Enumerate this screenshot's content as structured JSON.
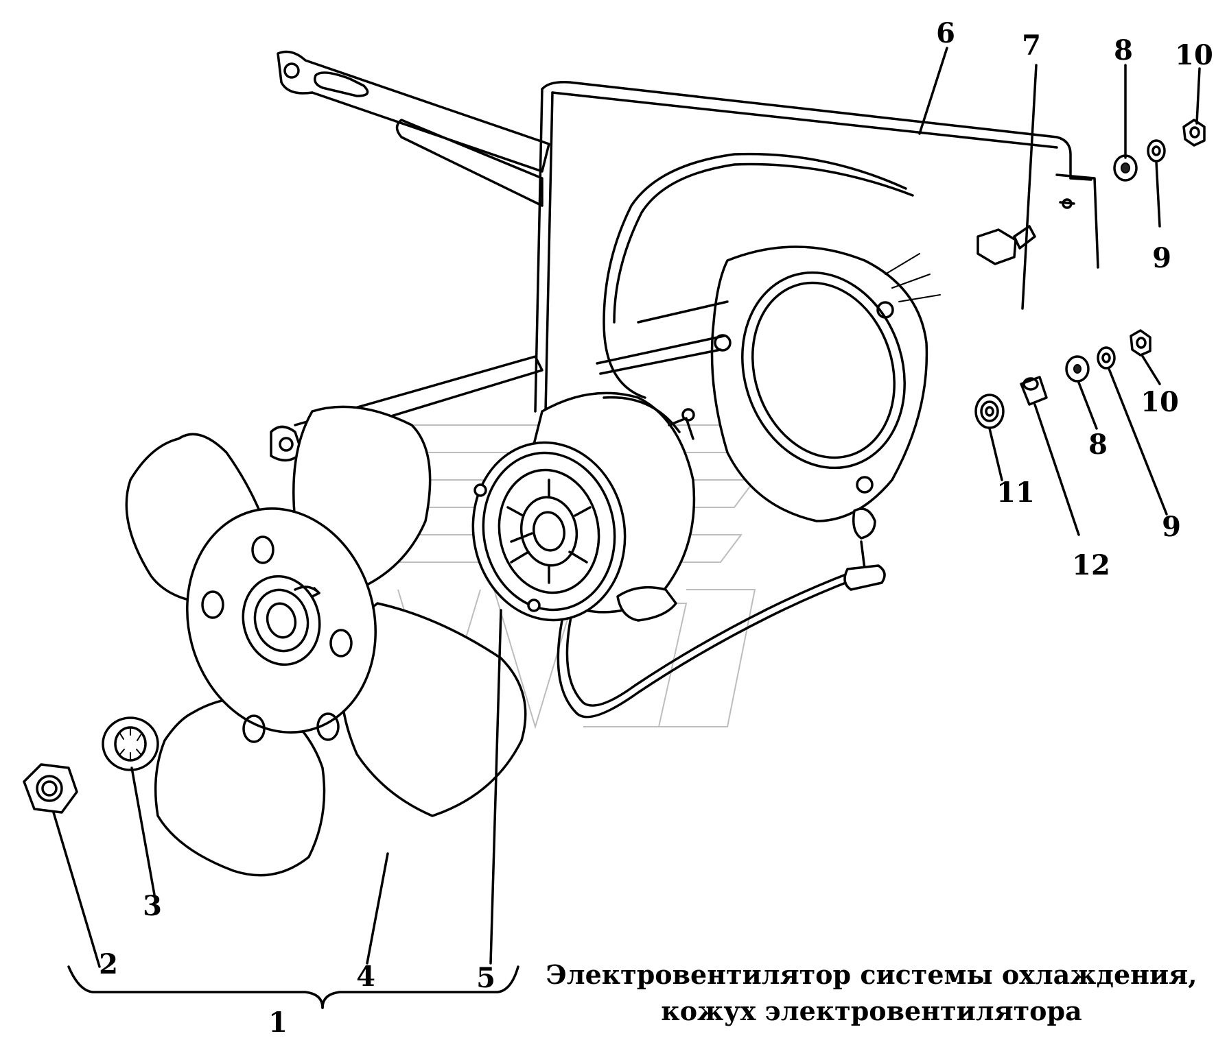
{
  "title_line1": "Электровентилятор системы охлаждения,",
  "title_line2": "кожух электровентилятора",
  "callouts": {
    "c1": "1",
    "c2": "2",
    "c3": "3",
    "c4": "4",
    "c5": "5",
    "c6": "6",
    "c7": "7",
    "c8a": "8",
    "c8b": "8",
    "c9a": "9",
    "c9b": "9",
    "c10a": "10",
    "c10b": "10",
    "c11": "11",
    "c12": "12"
  }
}
